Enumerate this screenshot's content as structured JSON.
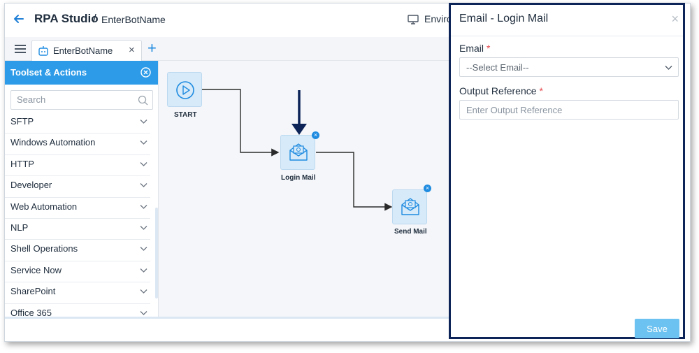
{
  "header": {
    "app_title": "RPA Studio",
    "separator": "/",
    "bot_name": "EnterBotName",
    "env_label": "Enviro"
  },
  "tabs": [
    {
      "label": "EnterBotName"
    }
  ],
  "toolset": {
    "title": "Toolset & Actions",
    "search_placeholder": "Search",
    "items": [
      {
        "label": "SFTP"
      },
      {
        "label": "Windows Automation"
      },
      {
        "label": "HTTP"
      },
      {
        "label": "Developer"
      },
      {
        "label": "Web Automation"
      },
      {
        "label": "NLP"
      },
      {
        "label": "Shell Operations"
      },
      {
        "label": "Service Now"
      },
      {
        "label": "SharePoint"
      },
      {
        "label": "Office 365"
      }
    ]
  },
  "flow": {
    "nodes": [
      {
        "label": "START",
        "icon": "play-icon"
      },
      {
        "label": "Login Mail",
        "icon": "mail-icon"
      },
      {
        "label": "Send Mail",
        "icon": "mail-icon"
      }
    ]
  },
  "panel": {
    "title": "Email - Login Mail",
    "email_label": "Email",
    "email_required": "*",
    "email_value": "--Select Email--",
    "output_label": "Output Reference",
    "output_required": "*",
    "output_placeholder": "Enter Output Reference",
    "save_label": "Save"
  },
  "colors": {
    "accent": "#2d9be8",
    "panel_border": "#0d2459",
    "node_fill": "#d6eaf9",
    "required": "#e5484d"
  }
}
